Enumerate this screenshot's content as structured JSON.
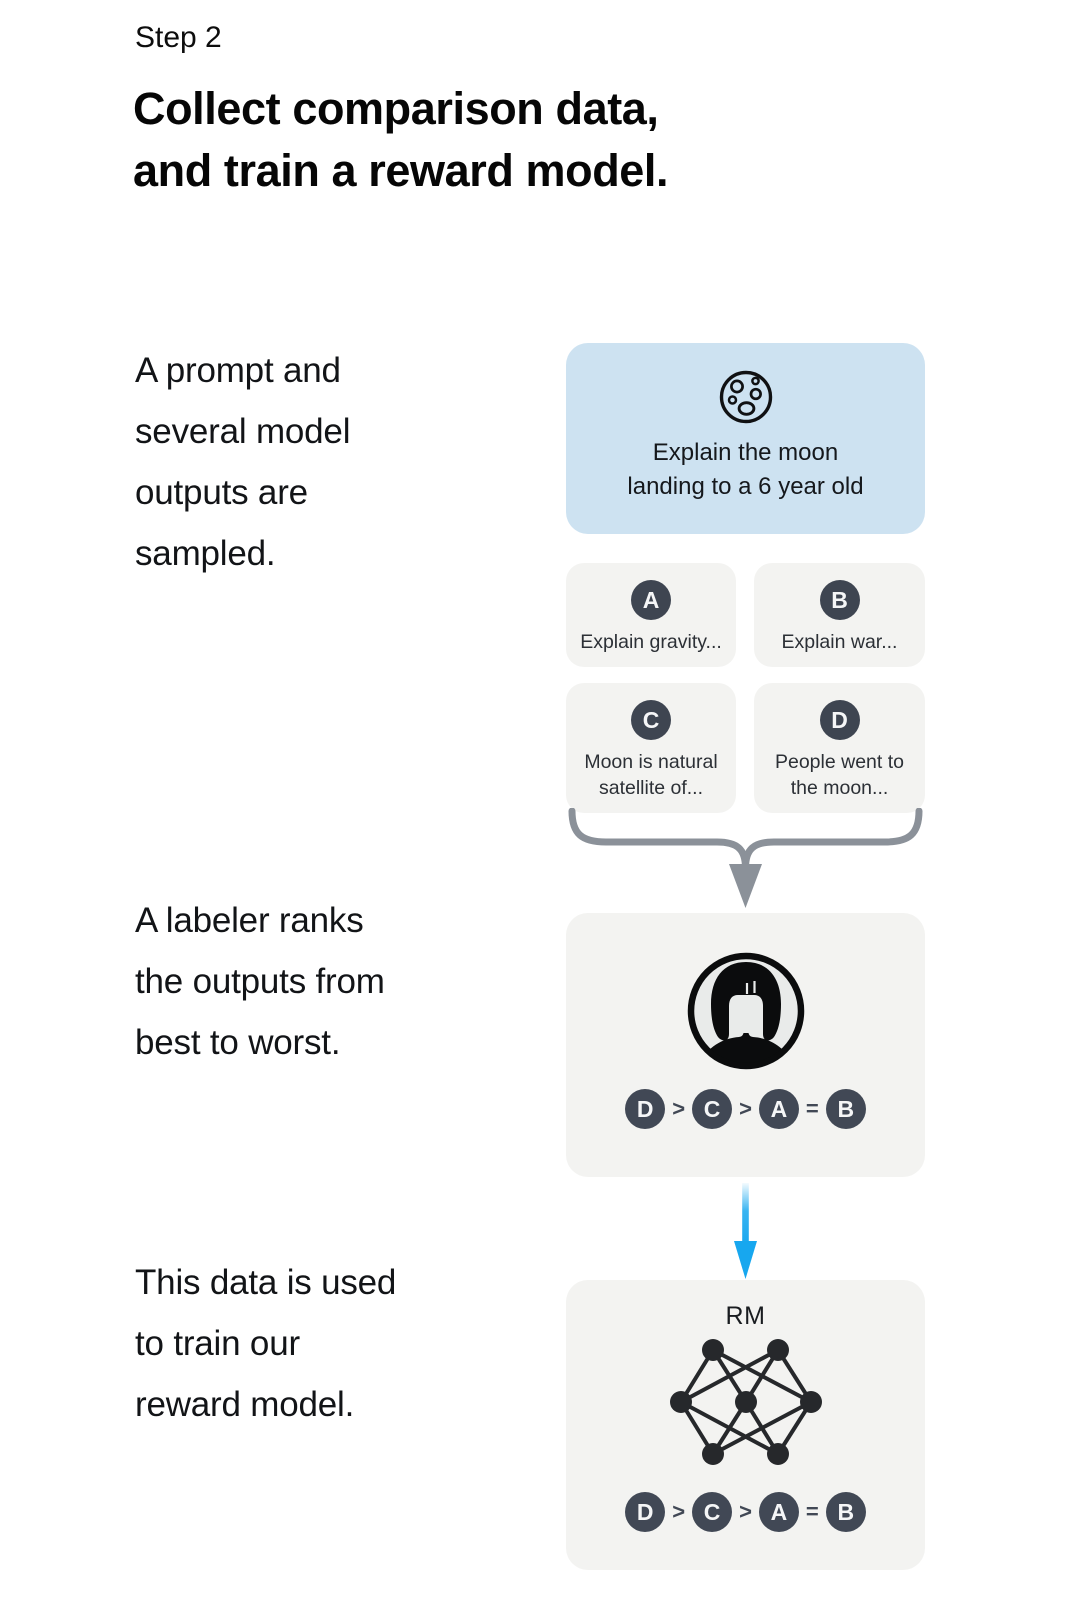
{
  "step_label": "Step 2",
  "title_lines": [
    "Collect comparison data,",
    "and train a reward model."
  ],
  "captions": [
    {
      "lines": [
        "A prompt and",
        "several model",
        "outputs are",
        "sampled."
      ]
    },
    {
      "lines": [
        "A labeler ranks",
        "the outputs from",
        "best to worst."
      ]
    },
    {
      "lines": [
        "This data is used",
        "to train our",
        "reward model."
      ]
    }
  ],
  "prompt_card": {
    "icon": "moon-icon",
    "lines": [
      "Explain the moon",
      "landing to a 6 year old"
    ]
  },
  "outputs": [
    {
      "letter": "A",
      "lines": [
        "Explain gravity..."
      ]
    },
    {
      "letter": "B",
      "lines": [
        "Explain war..."
      ]
    },
    {
      "letter": "C",
      "lines": [
        "Moon is natural",
        "satellite of..."
      ]
    },
    {
      "letter": "D",
      "lines": [
        "People went to",
        "the moon..."
      ]
    }
  ],
  "ranking": {
    "sequence": [
      "D",
      ">",
      "C",
      ">",
      "A",
      "=",
      "B"
    ]
  },
  "labeler_card": {
    "icon": "labeler-avatar"
  },
  "rm_card": {
    "label": "RM",
    "icon": "neural-network-icon"
  },
  "colors": {
    "prompt_bg": "#cde2f1",
    "panel_bg": "#f3f3f1",
    "badge_bg": "#3e4551",
    "brace_gray": "#8b9199",
    "arrow_blue": "#17a7ef",
    "ink": "#121417"
  }
}
